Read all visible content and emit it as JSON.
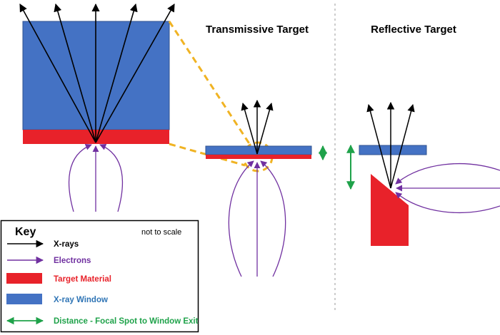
{
  "panels": {
    "transmissive_title": "Transmissive Target",
    "reflective_title": "Reflective Target"
  },
  "key": {
    "title": "Key",
    "note": "not to scale",
    "items": [
      {
        "label": "X-rays",
        "symbol": "arrow",
        "color": "#000000"
      },
      {
        "label": "Electrons",
        "symbol": "arrow",
        "color": "#7030A0"
      },
      {
        "label": "Target Material",
        "symbol": "block",
        "color": "#E8222A"
      },
      {
        "label": "X-ray Window",
        "symbol": "block",
        "color": "#4472C4"
      },
      {
        "label": "Distance - Focal Spot to Window Exit",
        "symbol": "double-arrow",
        "color": "#1FA24A"
      }
    ]
  },
  "colors": {
    "xray": "#000000",
    "electron": "#7030A0",
    "target": "#E8222A",
    "window": "#4472C4",
    "window_edge": "#2F528F",
    "distance": "#1FA24A",
    "zoom": "#F0B323",
    "divider": "#999999"
  }
}
